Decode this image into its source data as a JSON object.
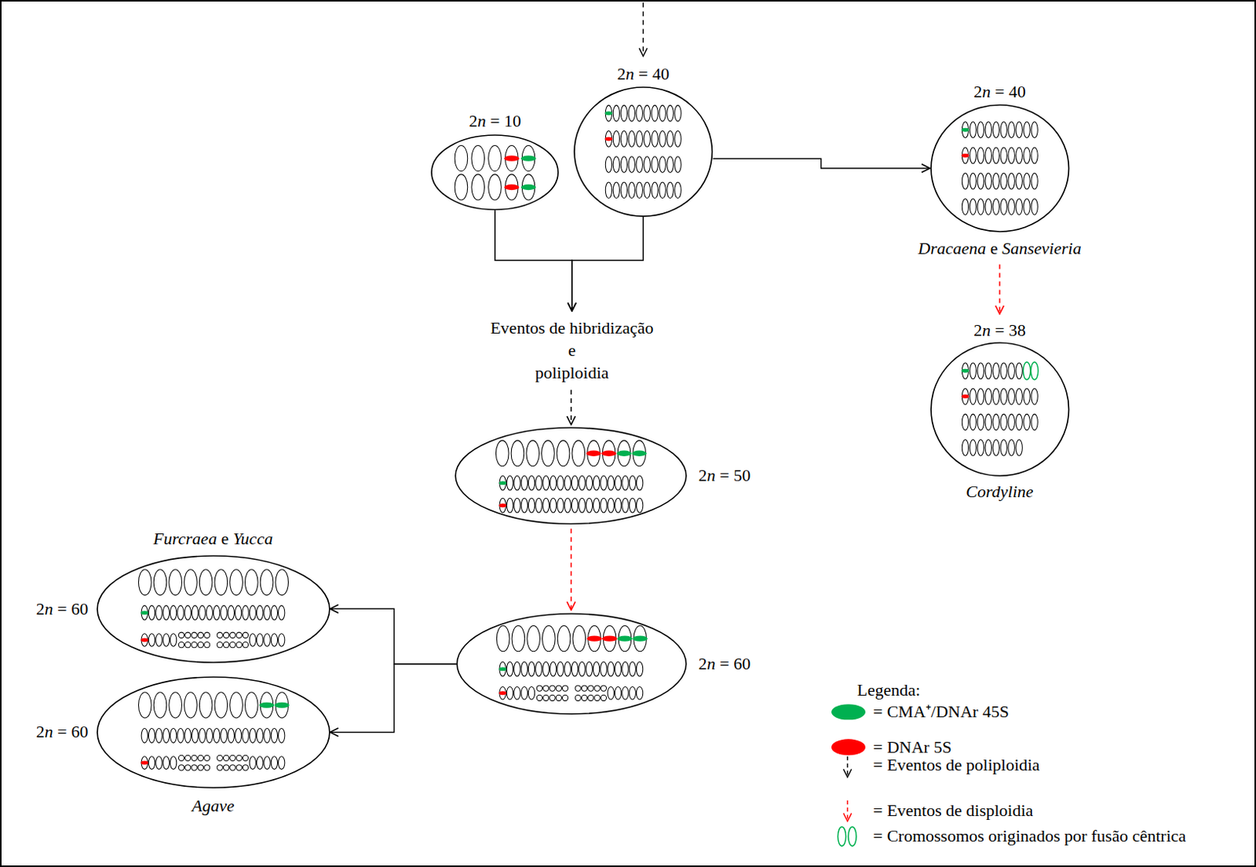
{
  "diagram": {
    "nodes": [
      {
        "text": [
          "2n = 10"
        ]
      },
      {
        "text": [
          "2n = 40"
        ]
      },
      {
        "text": [
          "2n = 40",
          "Dracaena e Sansevieria"
        ]
      },
      {
        "text": [
          "Eventos de hibridização e poliploidia"
        ]
      },
      {
        "text": [
          "2n = 38",
          "Cordyline"
        ]
      },
      {
        "text": [
          "2n = 50"
        ]
      },
      {
        "text": [
          "2n = 60"
        ]
      },
      {
        "text": [
          "Furcraea e Yucca",
          "2n = 60"
        ]
      },
      {
        "text": [
          "2n = 60",
          "Agave"
        ]
      }
    ],
    "edges": [
      {
        "from": 0,
        "to": 3,
        "arrow": "to"
      },
      {
        "from": 1,
        "to": 3,
        "arrow": "to"
      },
      {
        "from": 1,
        "to": 2,
        "arrow": "to"
      },
      {
        "from": 3,
        "to": 5,
        "arrow": "to"
      },
      {
        "from": 2,
        "to": 4,
        "arrow": "to"
      },
      {
        "from": 5,
        "to": 6,
        "arrow": "to"
      },
      {
        "from": 6,
        "to": 7,
        "arrow": "to"
      },
      {
        "from": 6,
        "to": 8,
        "arrow": "to"
      }
    ],
    "labels": [
      "Legenda:"
    ],
    "legend": [
      {
        "text": "= CMA⁺/DNAr 45S",
        "color": "#00b050"
      },
      {
        "text": "= DNAr 5S",
        "color": "#ff0000"
      },
      {
        "text": "= Eventos de poliploidia"
      },
      {
        "text": "= Eventos de disploidia"
      },
      {
        "text": "= Cromossomos originados por fusão cêntrica"
      }
    ]
  }
}
